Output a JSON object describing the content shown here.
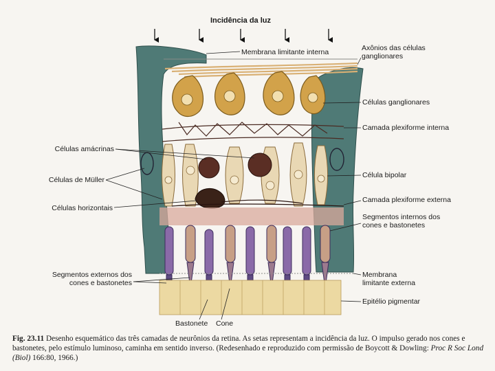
{
  "title": "Incidência da luz",
  "labels_right": {
    "axons": [
      "Axônios das células",
      "ganglionares"
    ],
    "inner_membrane": "Membrana limitante interna",
    "ganglion": "Células ganglionares",
    "inner_plexiform": "Camada plexiforme interna",
    "bipolar": "Célula bipolar",
    "outer_plexiform": "Camada plexiforme externa",
    "inner_segments": [
      "Segmentos internos dos",
      "cones e bastonetes"
    ],
    "outer_membrane": [
      "Membrana",
      "limitante externa"
    ],
    "pigment": "Epitélio pigmentar"
  },
  "labels_left": {
    "amacrine": "Células amácrinas",
    "muller": "Células de Müller",
    "horizontal": "Células horizontais",
    "outer_segments": [
      "Segmentos externos dos",
      "cones e bastonetes"
    ]
  },
  "labels_bottom": {
    "rod": "Bastonete",
    "cone": "Cone"
  },
  "caption": {
    "number": "Fig. 23.11",
    "text": "Desenho esquemático das três camadas de neurônios da retina. As setas representam a incidência da luz. O impulso gerado nos cones e bastonetes, pelo estímulo luminoso, caminha em sentido inverso. (Redesenhado e reproduzido com permissão de Boycott & Dowling: ",
    "journal": "Proc R Soc Lond (Biol)",
    "tail": " 166:80, 1966.)"
  },
  "colors": {
    "muller": "#4f7a76",
    "ganglion": "#d2a24a",
    "bipolar": "#e9d8b4",
    "amacrine": "#5a2e24",
    "photoreceptor": "#8a6aa8",
    "pigment": "#ecd9a2"
  }
}
